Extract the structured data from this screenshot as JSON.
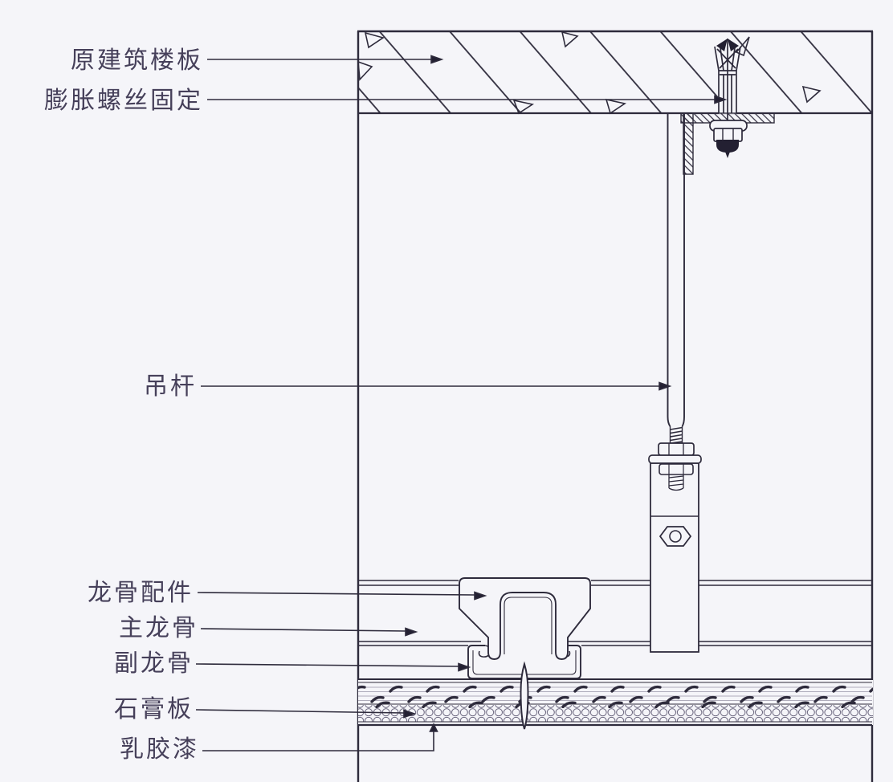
{
  "drawing": {
    "type": "suspended-ceiling-section-detail",
    "labels": [
      {
        "id": "slab",
        "text": "原建筑楼板"
      },
      {
        "id": "anchor",
        "text": "膨胀螺丝固定"
      },
      {
        "id": "rod",
        "text": "吊杆"
      },
      {
        "id": "fitting",
        "text": "龙骨配件"
      },
      {
        "id": "mainkeel",
        "text": "主龙骨"
      },
      {
        "id": "subkeel",
        "text": "副龙骨"
      },
      {
        "id": "gypsum",
        "text": "石膏板"
      },
      {
        "id": "paint",
        "text": "乳胶漆"
      }
    ],
    "colors": {
      "background": "#f5f5f9",
      "line": "#2e2b3c",
      "text": "#46405a",
      "fill_dark": "#232032"
    }
  }
}
